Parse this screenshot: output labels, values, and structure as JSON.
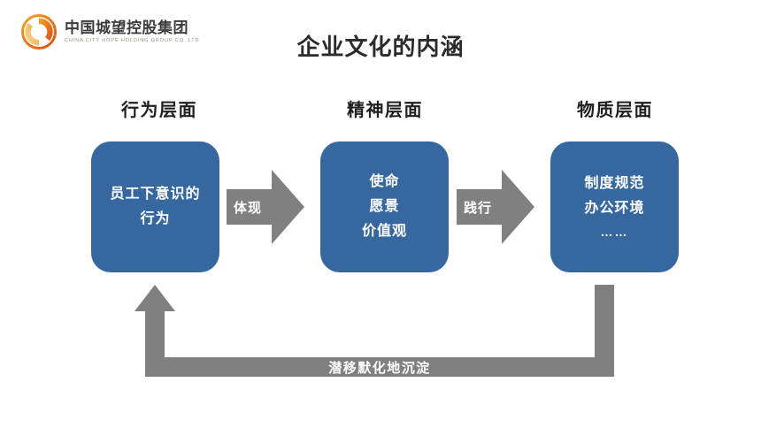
{
  "logo": {
    "icon": "swirl-circle-logo",
    "company_cn": "中国城望控股集团",
    "company_en": "CHINA CITY HOPE HOLDING GROUP CO.,LTD"
  },
  "title": "企业文化的内涵",
  "columns": [
    {
      "heading": "行为层面"
    },
    {
      "heading": "精神层面"
    },
    {
      "heading": "物质层面"
    }
  ],
  "boxes": [
    {
      "lines": [
        "员工下意识的",
        "行为"
      ]
    },
    {
      "lines": [
        "使命",
        "愿景",
        "价值观"
      ]
    },
    {
      "lines": [
        "制度规范",
        "办公环境",
        "……"
      ]
    }
  ],
  "arrows": [
    {
      "label": "体现"
    },
    {
      "label": "践行"
    }
  ],
  "feedback_loop": {
    "label": "潜移默化地沉淀"
  },
  "colors": {
    "box_blue": "#36679E",
    "arrow_gray": "#808080",
    "title_text": "#2b2b2b",
    "logo_cn_text": "#3d3d3d",
    "logo_en_text": "#9a8f86"
  }
}
